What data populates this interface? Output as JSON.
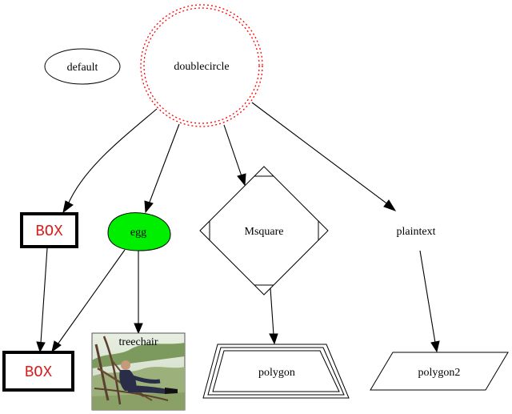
{
  "diagram": {
    "nodes": {
      "default": {
        "label": "default"
      },
      "doublecircle": {
        "label": "doublecircle",
        "border_color": "#ff0000"
      },
      "box1": {
        "label": "BOX",
        "text_color": "#d42020"
      },
      "egg": {
        "label": "egg",
        "fill": "#00ee00"
      },
      "msquare": {
        "label": "Msquare"
      },
      "plaintext": {
        "label": "plaintext"
      },
      "box2": {
        "label": "BOX",
        "text_color": "#d42020"
      },
      "treechair": {
        "label": "treechair"
      },
      "polygon": {
        "label": "polygon"
      },
      "polygon2": {
        "label": "polygon2"
      }
    },
    "edges": [
      {
        "from": "doublecircle",
        "to": "box1"
      },
      {
        "from": "doublecircle",
        "to": "egg"
      },
      {
        "from": "doublecircle",
        "to": "msquare"
      },
      {
        "from": "doublecircle",
        "to": "plaintext"
      },
      {
        "from": "box1",
        "to": "box2"
      },
      {
        "from": "egg",
        "to": "box2"
      },
      {
        "from": "egg",
        "to": "treechair"
      },
      {
        "from": "msquare",
        "to": "polygon"
      },
      {
        "from": "plaintext",
        "to": "polygon2"
      }
    ]
  }
}
